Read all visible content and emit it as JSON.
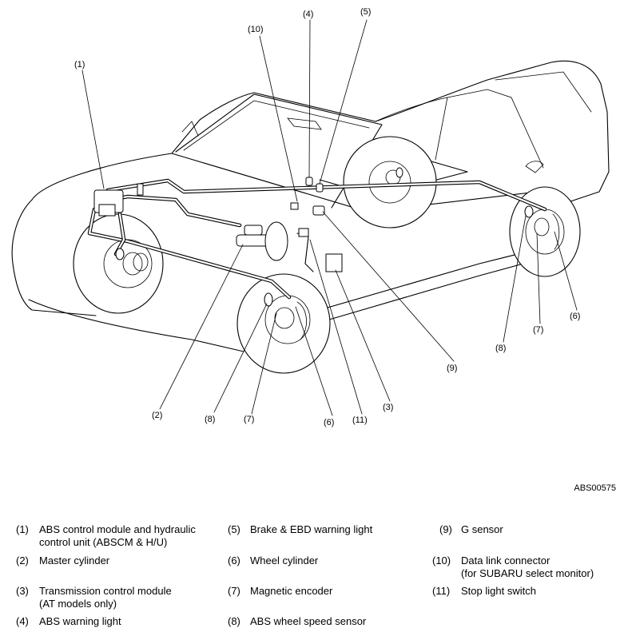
{
  "callouts": {
    "c1": "(1)",
    "c2": "(2)",
    "c3": "(3)",
    "c4": "(4)",
    "c5": "(5)",
    "c6a": "(6)",
    "c6b": "(6)",
    "c7a": "(7)",
    "c7b": "(7)",
    "c8a": "(8)",
    "c8b": "(8)",
    "c9": "(9)",
    "c10": "(10)",
    "c11": "(11)"
  },
  "figure_code": "ABS00575",
  "legend": [
    {
      "num": "(1)",
      "lines": [
        "ABS control module and hydraulic",
        "control unit (ABSCM & H/U)"
      ]
    },
    {
      "num": "(2)",
      "lines": [
        "Master cylinder"
      ]
    },
    {
      "num": "(3)",
      "lines": [
        "Transmission control module",
        "(AT models only)"
      ]
    },
    {
      "num": "(4)",
      "lines": [
        "ABS warning light"
      ]
    },
    {
      "num": "(5)",
      "lines": [
        "Brake & EBD warning light"
      ]
    },
    {
      "num": "(6)",
      "lines": [
        "Wheel cylinder"
      ]
    },
    {
      "num": "(7)",
      "lines": [
        "Magnetic encoder"
      ]
    },
    {
      "num": "(8)",
      "lines": [
        "ABS wheel speed sensor"
      ]
    },
    {
      "num": "(9)",
      "lines": [
        "G sensor"
      ]
    },
    {
      "num": "(10)",
      "lines": [
        "Data link connector",
        "(for SUBARU select monitor)"
      ]
    },
    {
      "num": "(11)",
      "lines": [
        "Stop light switch"
      ]
    }
  ]
}
